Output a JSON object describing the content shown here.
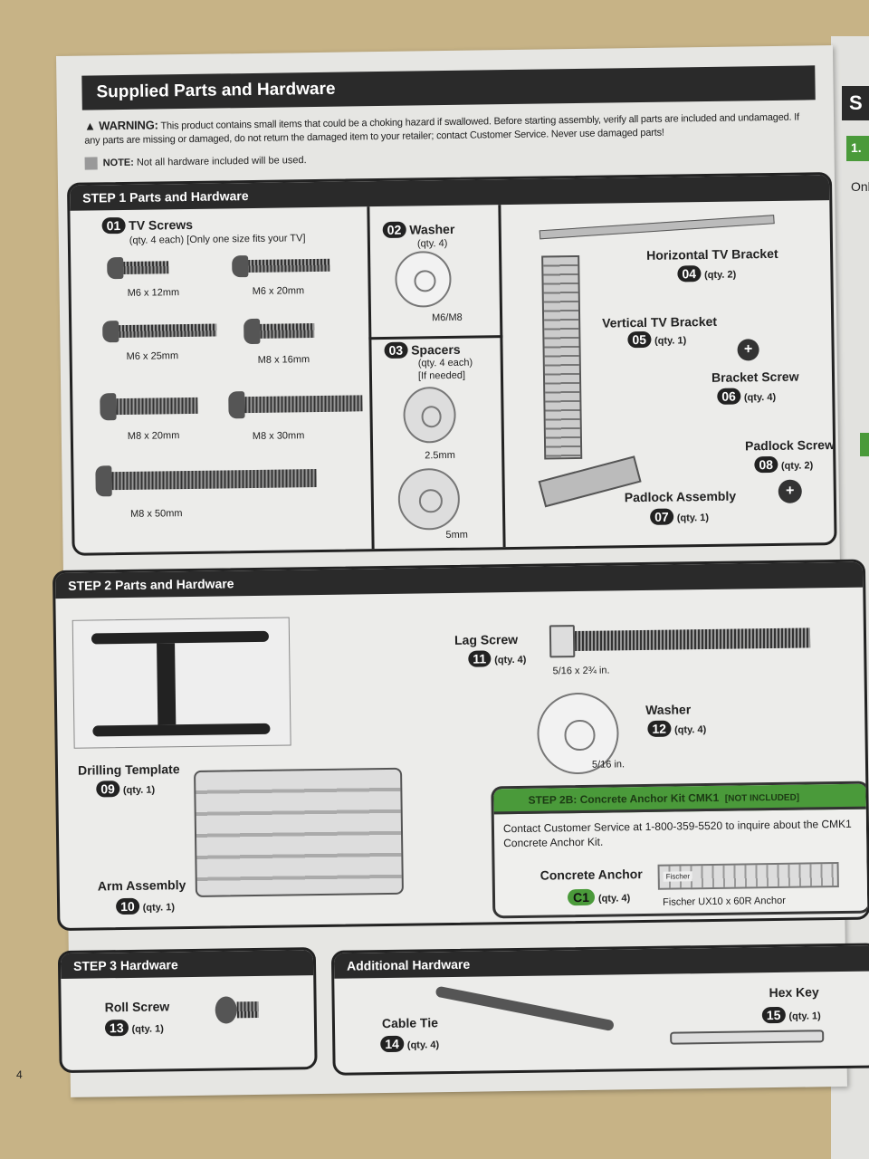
{
  "title": "Supplied Parts and Hardware",
  "warning": {
    "label": "WARNING:",
    "text": "This product contains small items that could be a choking hazard if swallowed. Before starting assembly, verify all parts are included and undamaged. If any parts are missing or damaged, do not return the damaged item to your retailer; contact Customer Service. Never use damaged parts!"
  },
  "note": {
    "label": "NOTE:",
    "text": "Not all hardware included will be used."
  },
  "step1": {
    "header": "STEP 1  Parts and Hardware",
    "tv_screws": {
      "num": "01",
      "label": "TV Screws",
      "qty": "(qty. 4 each)",
      "hint": "[Only one size fits your TV]",
      "sizes": [
        "M6 x 12mm",
        "M6 x 20mm",
        "M6 x 25mm",
        "M8 x 16mm",
        "M8 x 20mm",
        "M8 x 30mm",
        "M8 x 50mm"
      ]
    },
    "washer": {
      "num": "02",
      "label": "Washer",
      "qty": "(qty. 4)",
      "size": "M6/M8"
    },
    "spacers": {
      "num": "03",
      "label": "Spacers",
      "qty": "(qty. 4 each)",
      "hint": "[If needed]",
      "sizes": [
        "2.5mm",
        "5mm"
      ]
    },
    "horizontal": {
      "num": "04",
      "label": "Horizontal TV Bracket",
      "qty": "(qty. 2)"
    },
    "vertical": {
      "num": "05",
      "label": "Vertical TV Bracket",
      "qty": "(qty. 1)"
    },
    "bracket_screw": {
      "num": "06",
      "label": "Bracket Screw",
      "qty": "(qty. 4)"
    },
    "padlock_assembly": {
      "num": "07",
      "label": "Padlock Assembly",
      "qty": "(qty. 1)"
    },
    "padlock_screw": {
      "num": "08",
      "label": "Padlock Screw",
      "qty": "(qty. 2)"
    }
  },
  "step2": {
    "header": "STEP 2  Parts and Hardware",
    "template": {
      "num": "09",
      "label": "Drilling Template",
      "qty": "(qty. 1)"
    },
    "arm": {
      "num": "10",
      "label": "Arm Assembly",
      "qty": "(qty. 1)"
    },
    "lag": {
      "num": "11",
      "label": "Lag Screw",
      "qty": "(qty. 4)",
      "size": "5/16 x 2¾ in."
    },
    "washer": {
      "num": "12",
      "label": "Washer",
      "qty": "(qty. 4)",
      "size": "5/16 in."
    }
  },
  "step2b": {
    "header": "STEP 2B: Concrete Anchor Kit CMK1",
    "tag": "[NOT INCLUDED]",
    "text": "Contact Customer Service at 1-800-359-5520 to inquire about the CMK1 Concrete Anchor Kit.",
    "anchor": {
      "num": "C1",
      "label": "Concrete Anchor",
      "qty": "(qty. 4)",
      "desc": "Fischer UX10 x 60R Anchor",
      "brand": "Fischer"
    }
  },
  "step3": {
    "header": "STEP 3 Hardware",
    "roll": {
      "num": "13",
      "label": "Roll Screw",
      "qty": "(qty. 1)"
    }
  },
  "additional": {
    "header": "Additional Hardware",
    "cable": {
      "num": "14",
      "label": "Cable Tie",
      "qty": "(qty. 4)"
    },
    "hex": {
      "num": "15",
      "label": "Hex Key",
      "qty": "(qty. 1)"
    }
  },
  "page_number": "4",
  "right_page": {
    "title": "S",
    "step": "1.",
    "text": "Onl"
  }
}
